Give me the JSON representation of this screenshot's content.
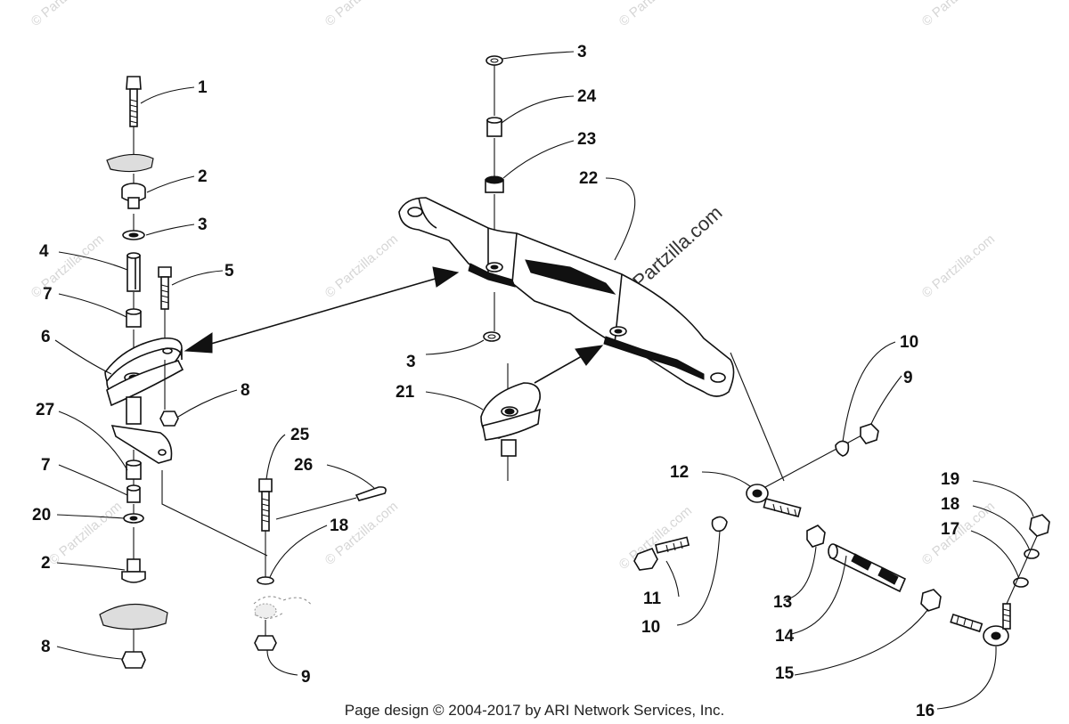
{
  "callouts": {
    "c1": "1",
    "c2a": "2",
    "c3a": "3",
    "c4": "4",
    "c5": "5",
    "c6": "6",
    "c7a": "7",
    "c8a": "8",
    "c27": "27",
    "c7b": "7",
    "c20": "20",
    "c2b": "2",
    "c8b": "8",
    "c25": "25",
    "c26": "26",
    "c18a": "18",
    "c9a": "9",
    "c3b": "3",
    "c24": "24",
    "c23": "23",
    "c22": "22",
    "c3c": "3",
    "c21": "21",
    "c10a": "10",
    "c9b": "9",
    "c12": "12",
    "c11": "11",
    "c10b": "10",
    "c13": "13",
    "c14": "14",
    "c15": "15",
    "c16": "16",
    "c19": "19",
    "c18b": "18",
    "c17": "17"
  },
  "watermark": {
    "small": "© Partzilla.com",
    "large": "© Partzilla.com"
  },
  "footer": "Page design © 2004-2017 by ARI Network Services, Inc."
}
